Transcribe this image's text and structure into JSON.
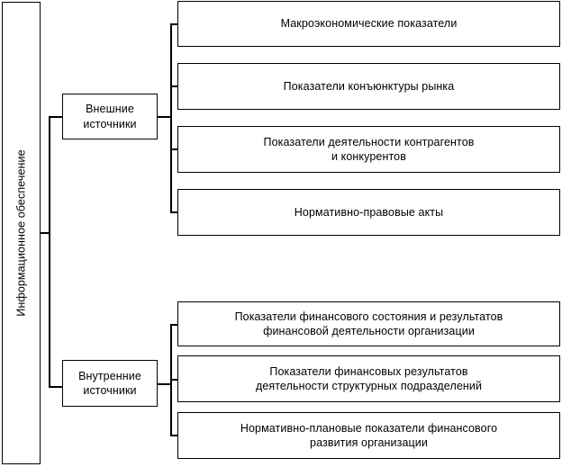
{
  "diagram": {
    "title": "Информационное обеспечение",
    "type": "hierarchy-tree",
    "orientation": "left-to-right",
    "colors": {
      "background": "#ffffff",
      "stroke": "#000000",
      "text": "#000000",
      "box_fill": "#ffffff"
    },
    "root": {
      "label": "Информационное обеспечение",
      "rotated": "-90deg"
    },
    "categories": [
      {
        "id": "external",
        "label": "Внешние\nисточники",
        "items": [
          {
            "id": "ext-1",
            "label": "Макроэкономические показатели"
          },
          {
            "id": "ext-2",
            "label": "Показатели конъюнктуры рынка"
          },
          {
            "id": "ext-3",
            "label": "Показатели деятельности контрагентов\nи конкурентов"
          },
          {
            "id": "ext-4",
            "label": "Нормативно-правовые акты"
          }
        ]
      },
      {
        "id": "internal",
        "label": "Внутренние\nисточники",
        "items": [
          {
            "id": "int-1",
            "label": "Показатели финансового состояния и результатов\nфинансовой деятельности организации"
          },
          {
            "id": "int-2",
            "label": "Показатели финансовых результатов\nдеятельности структурных подразделений"
          },
          {
            "id": "int-3",
            "label": "Нормативно-плановые показатели финансового\nразвития организации"
          }
        ]
      }
    ]
  }
}
